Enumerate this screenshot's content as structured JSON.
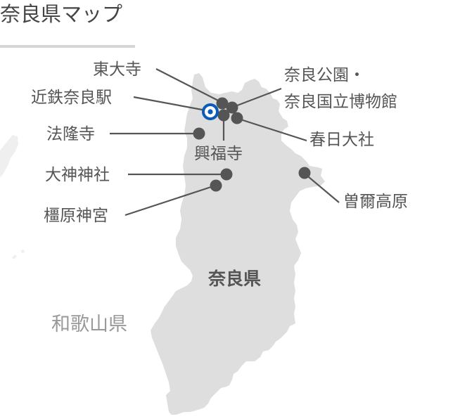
{
  "header": {
    "title": "奈良県マップ"
  },
  "colors": {
    "pref_fill": "#dedede",
    "neighbor_fill": "#efefef",
    "marker": "#555555",
    "station_ring": "#0b5cb8",
    "text": "#555555",
    "neighbor_text": "#999999"
  },
  "map": {
    "prefecture_label": "奈良県",
    "neighbor_label": "和歌山県",
    "station": {
      "name": "近鉄奈良駅",
      "icon": "station-ring-icon"
    },
    "spots": [
      {
        "id": "todaiji",
        "name": "東大寺"
      },
      {
        "id": "nara-park",
        "name_line1": "奈良公園・",
        "name_line2": "奈良国立博物館"
      },
      {
        "id": "kasuga",
        "name": "春日大社"
      },
      {
        "id": "kofukuji",
        "name": "興福寺"
      },
      {
        "id": "horyuji",
        "name": "法隆寺"
      },
      {
        "id": "omiwa",
        "name": "大神神社"
      },
      {
        "id": "kashihara",
        "name": "橿原神宮"
      },
      {
        "id": "soni",
        "name": "曽爾高原"
      }
    ]
  }
}
